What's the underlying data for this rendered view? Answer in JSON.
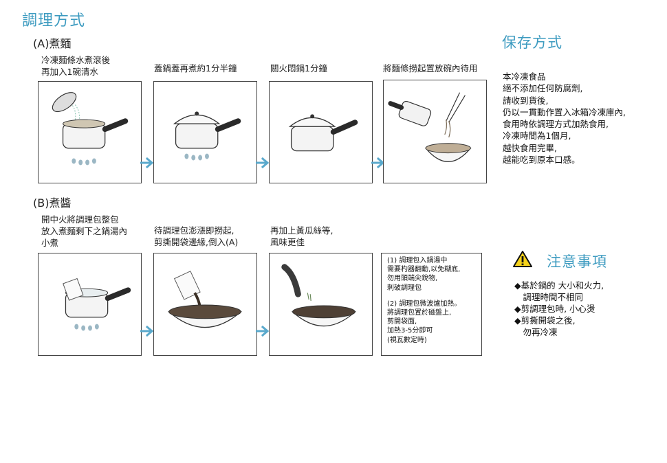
{
  "page_title": "調理方式",
  "section_a": {
    "heading": "(A)煮麵",
    "steps": [
      {
        "lines": [
          "冷凍麵條水煮滾後",
          "再加入1碗清水"
        ]
      },
      {
        "lines": [
          "蓋鍋蓋再煮約1分半鐘"
        ]
      },
      {
        "lines": [
          "關火悶鍋1分鐘"
        ]
      },
      {
        "lines": [
          "將麵條撈起置放碗內待用"
        ]
      }
    ]
  },
  "section_b": {
    "heading": "(B)煮醬",
    "steps": [
      {
        "lines": [
          "開中火將調理包整包",
          "放入煮麵剩下之鍋湯內",
          "小煮"
        ]
      },
      {
        "lines": [
          "待調理包澎漲即撈起,",
          "剪撕開袋邊緣,倒入(A)"
        ]
      },
      {
        "lines": [
          "再加上黃瓜絲等,",
          "風味更佳"
        ]
      }
    ],
    "note_lines": [
      "(1) 調理包入鍋湯中",
      "需要杓器翻動,以免糊底,",
      "勿用頭端尖銳物,",
      "刺破調理包",
      "",
      "(2) 調理包微波爐加熱。",
      "將調理包置於磁盤上,",
      "剪開袋面,",
      "加熱3-5分即可",
      "(視瓦數定時)"
    ]
  },
  "storage": {
    "title": "保存方式",
    "lines": [
      "本冷凍食品",
      "絕不添加任何防腐劑,",
      "請收到貨後,",
      "仍以一貫動作置入冰箱冷凍庫內,",
      "食用時依調理方式加熱食用,",
      "冷凍時間為1個月,",
      "越快食用完畢,",
      "越能吃到原本口感。"
    ]
  },
  "caution": {
    "icon": "warning-icon",
    "title": "注意事項",
    "items": [
      "◆基於鍋的 大小和火力,",
      "　調理時間不相同",
      "◆剪調理包時, 小心燙",
      "◆剪撕開袋之後,",
      "　勿再冷凍"
    ]
  },
  "colors": {
    "accent": "#3d9bc0",
    "arrow": "#5aa9cc",
    "flame": "#9bb7c4"
  }
}
